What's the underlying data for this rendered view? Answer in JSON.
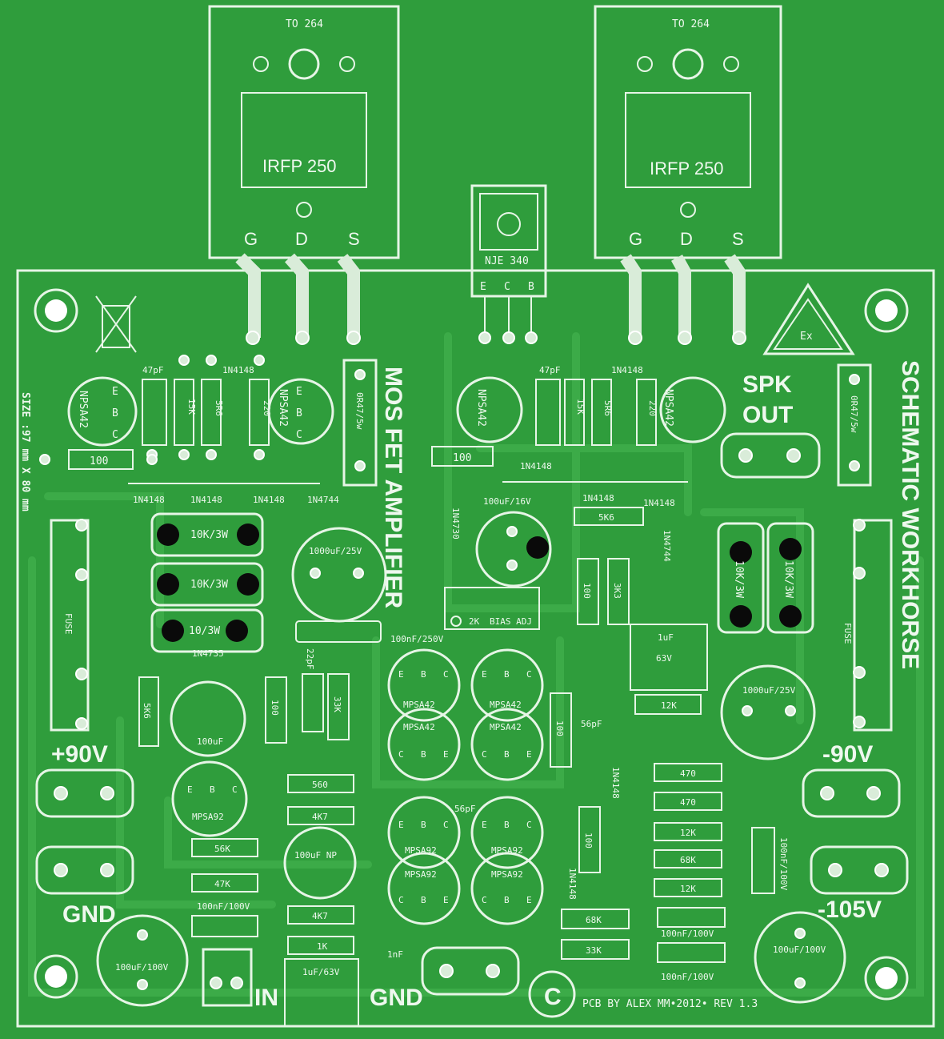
{
  "mosfets": {
    "left": {
      "package": "TO 264",
      "part": "IRFP 250",
      "pins": [
        "G",
        "D",
        "S"
      ]
    },
    "right": {
      "package": "TO 264",
      "part": "IRFP 250",
      "pins": [
        "G",
        "D",
        "S"
      ]
    }
  },
  "driver": {
    "part": "NJE 340",
    "pins": [
      "E",
      "C",
      "B"
    ]
  },
  "title_vertical_left": "MOS FET AMPLIFIER",
  "title_vertical_right": "SCHEMATIC WORKHORSE",
  "size_label": "SIZE :97 mm X 80 mm",
  "spk_out": [
    "SPK",
    "OUT"
  ],
  "rails": {
    "pos": "+90V",
    "neg": "-90V",
    "neg2": "-105V"
  },
  "gnd_labels": [
    "GND",
    "GND"
  ],
  "in_label": "IN",
  "credit": "PCB BY ALEX MM•2012• REV 1.3",
  "copyright_symbol": "C",
  "bias_adj": {
    "value": "2K",
    "label": "BIAS ADJ"
  },
  "components": {
    "c47pf_l": "47pF",
    "c47pf_r": "47pF",
    "d1n4148_top_l": "1N4148",
    "d1n4148_top_r": "1N4148",
    "npn_l1": "NPSA42",
    "npn_l2": "NPSA42",
    "npn_r1": "NPSA42",
    "npn_r2": "NPSA42",
    "q_ebc": [
      "E",
      "B",
      "C"
    ],
    "r15k_l": "15K",
    "r5r6_l": "5R6",
    "r220_l": "220",
    "r15k_r": "15K",
    "r5r6_r": "5R6",
    "r220_r": "220",
    "r100_l": "100",
    "r100_mid": "100",
    "rdiode_row_l": [
      "1N4148",
      "1N4148",
      "1N4148",
      "1N4744"
    ],
    "rdiode_row_r": [
      "1N4148",
      "1N4148",
      "1N4148"
    ],
    "r0r47_l": "0R47/5w",
    "r0r47_r": "0R47/5w",
    "r10k3w_a": "10K/3W",
    "r10k3w_b": "10K/3W",
    "r10_3w": "10/3W",
    "r10k3w_c": "10K/3W",
    "r10k3w_d": "10K/3W",
    "c1000uf_l": "1000uF/25V",
    "c1000uf_r": "1000uF/25V",
    "c100uf16": "100uF/16V",
    "d1n4730": "1N4730",
    "r5k6_mid": "5K6",
    "d1n4744_r": "1N4744",
    "r100_v": "100",
    "r3k3_v": "3K3",
    "fuse_l": "FUSE",
    "fuse_r": "FUSE",
    "c100nf250": "100nF/250V",
    "d1n4735": "1N4735",
    "r5k6_l": "5K6",
    "c100uf": "100uF",
    "r100_b": "100",
    "c22pf": "22pF",
    "r33k_v": "33K",
    "mpsa42_a": "MPSA42",
    "mpsa42_b": "MPSA42",
    "mpsa42_c": "MPSA42",
    "mpsa42_d": "MPSA42",
    "r100_c": "100",
    "c56pf_a": "56pF",
    "c1uf63": "1uF",
    "c1uf63_v": "63V",
    "r12k_a": "12K",
    "mpsa92_l": "MPSA92",
    "r560": "560",
    "r4k7_a": "4K7",
    "c56pf_b": "56pF",
    "mpsa92_a": "MPSA92",
    "mpsa92_b": "MPSA92",
    "mpsa92_c": "MPSA92",
    "mpsa92_d": "MPSA92",
    "r56k": "56K",
    "r47k": "47K",
    "c100ufnp": "100uF NP",
    "c100nf100_l": "100nF/100V",
    "r4k7_b": "4K7",
    "r1k": "1K",
    "c1nf": "1nF",
    "c1uf63v": "1uF/63V",
    "c100uf100_l": "100uF/100V",
    "c100uf100_r": "100uF/100V",
    "r470_a": "470",
    "r470_b": "470",
    "r12k_b": "12K",
    "r68k_a": "68K",
    "r12k_c": "12K",
    "d1n4148_v1": "1N4148",
    "d1n4148_v2": "1N4148",
    "r100_d": "100",
    "r68k_b": "68K",
    "r33k": "33K",
    "c100nf100_r1": "100nF/100V",
    "c100nf100_r2": "100nF/100V",
    "c100nf100_v": "100nF/100V"
  },
  "colors": {
    "board": "#2f9d3c",
    "silk": "#e6f5e6",
    "pad": "#d9ecd9"
  }
}
